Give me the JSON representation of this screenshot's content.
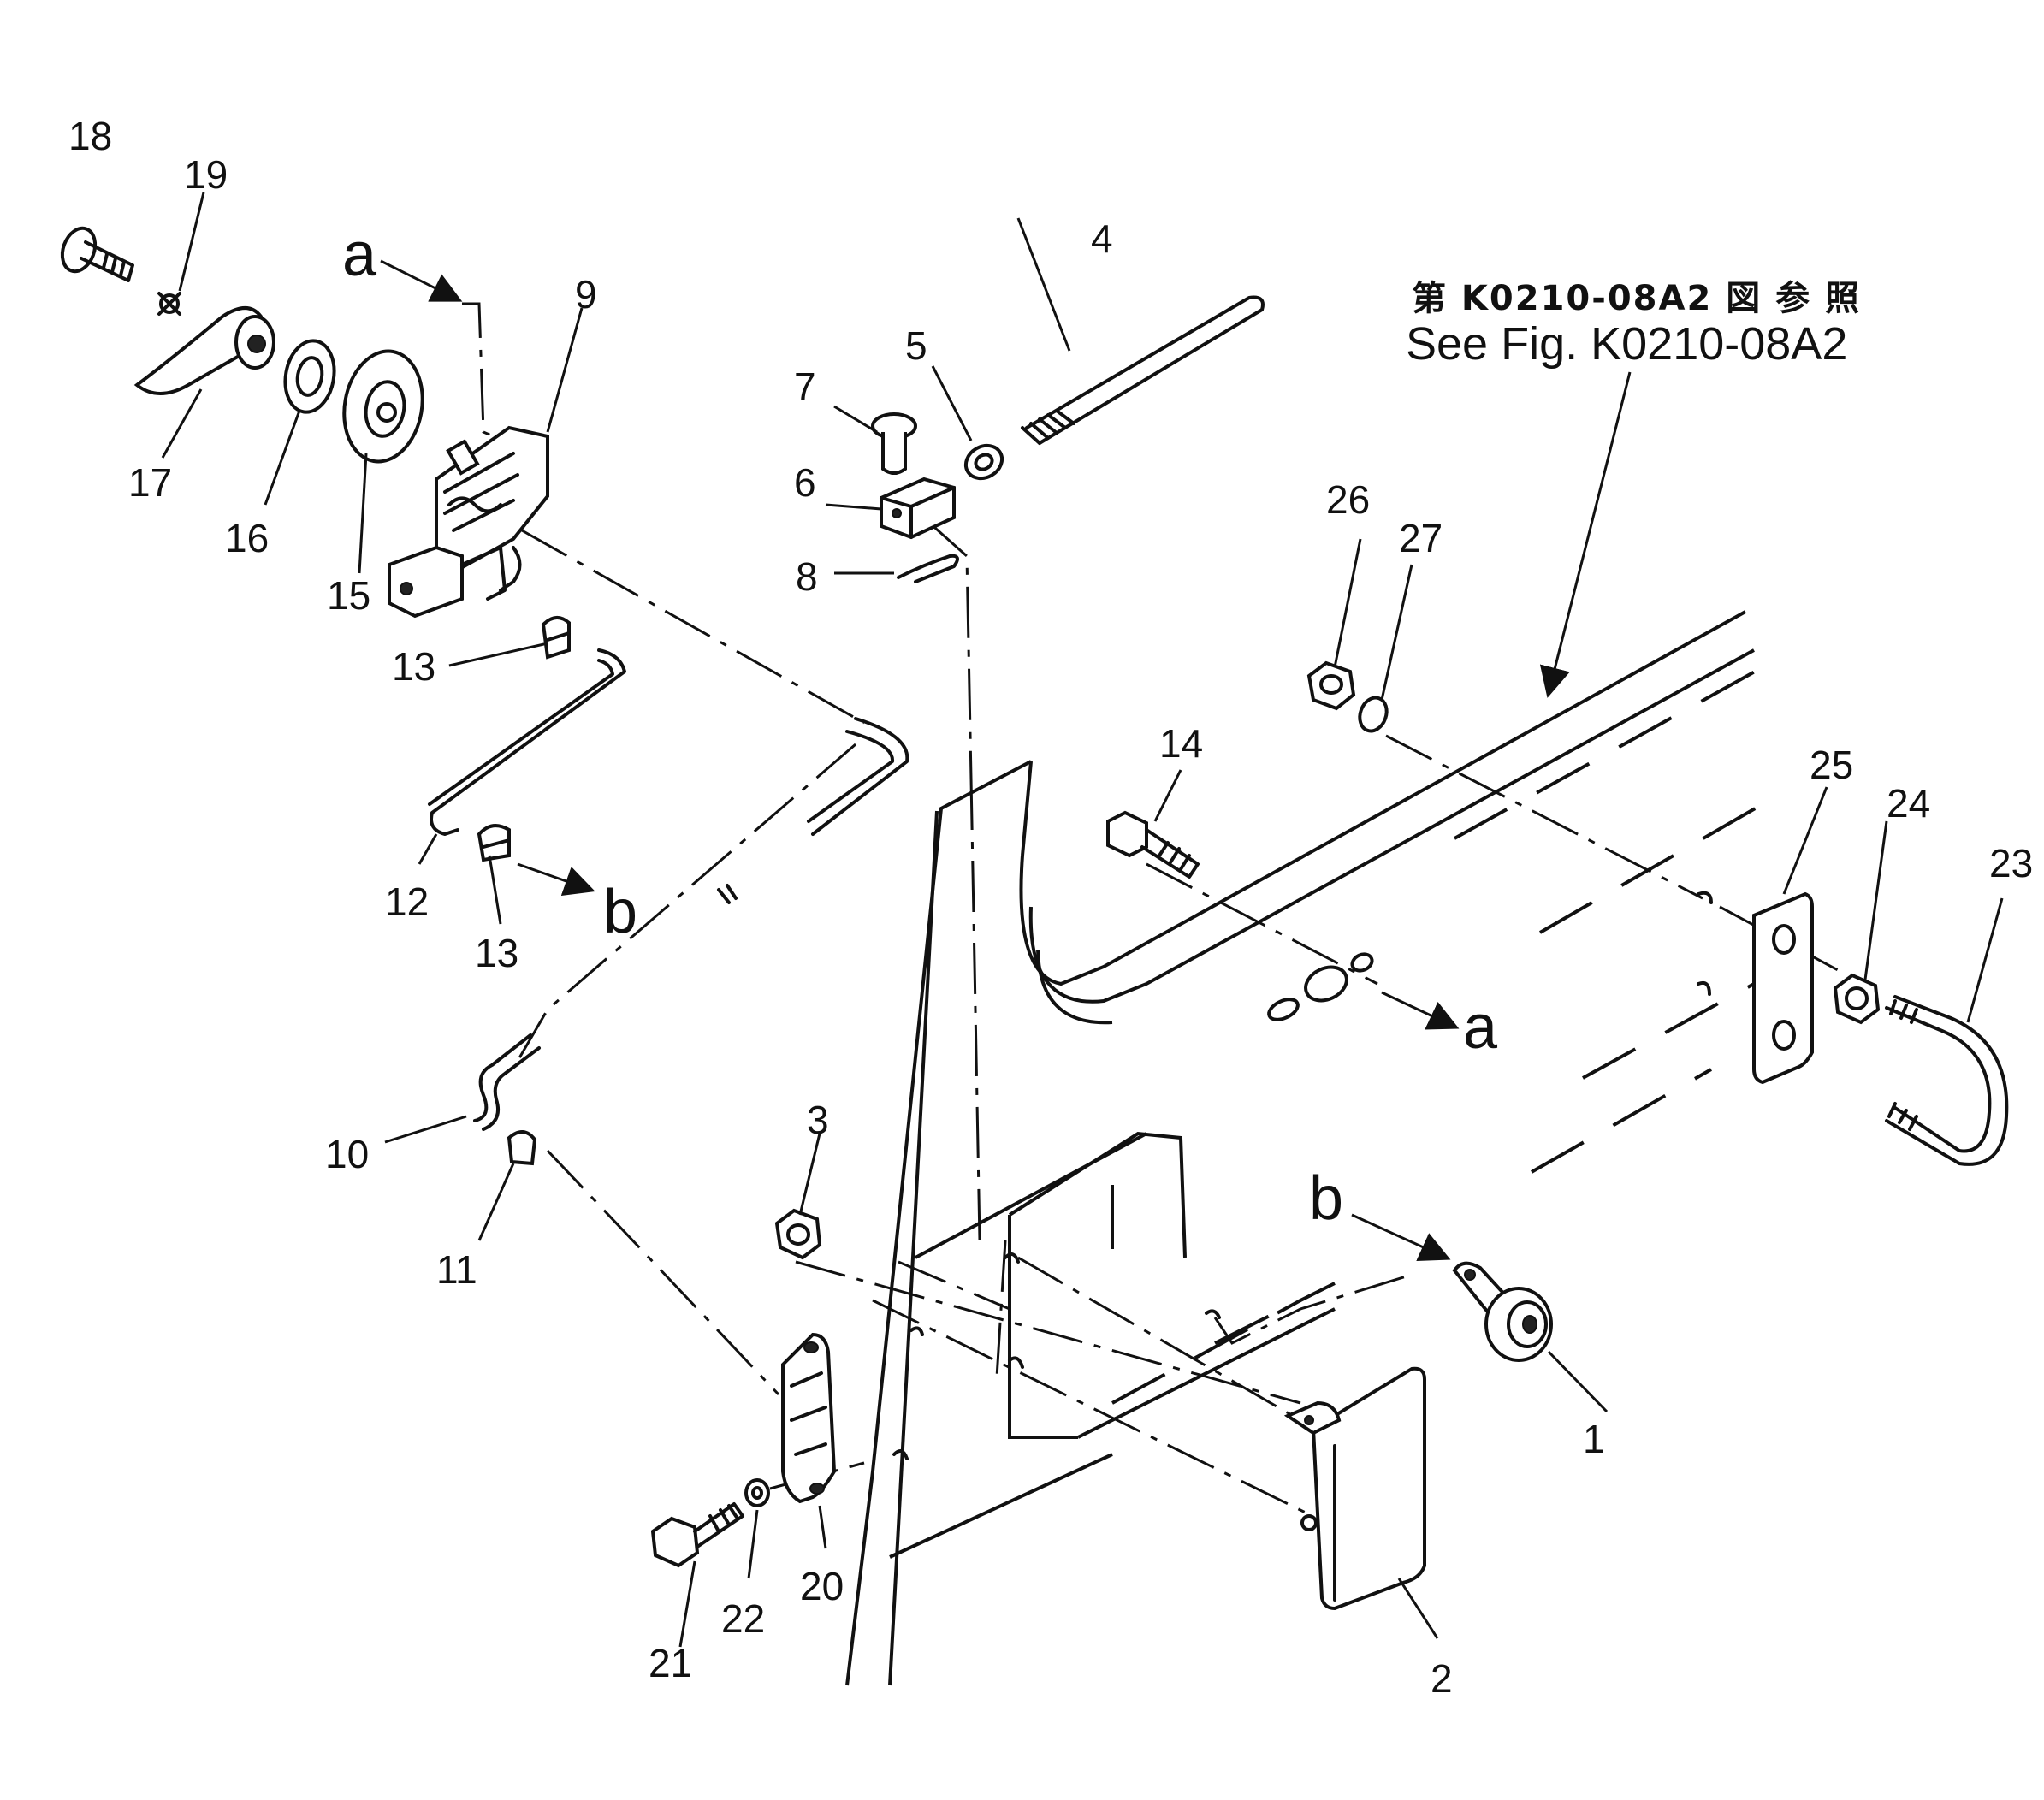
{
  "reference": {
    "jp": "第 K0210-08A2 図 参 照",
    "en": "See Fig. K0210-08A2"
  },
  "letters": {
    "a": "a",
    "b": "b"
  },
  "callouts": [
    "1",
    "2",
    "3",
    "4",
    "5",
    "6",
    "7",
    "8",
    "9",
    "10",
    "11",
    "12",
    "13",
    "14",
    "15",
    "16",
    "17",
    "18",
    "19",
    "20",
    "21",
    "22",
    "23",
    "24",
    "25",
    "26",
    "27"
  ]
}
